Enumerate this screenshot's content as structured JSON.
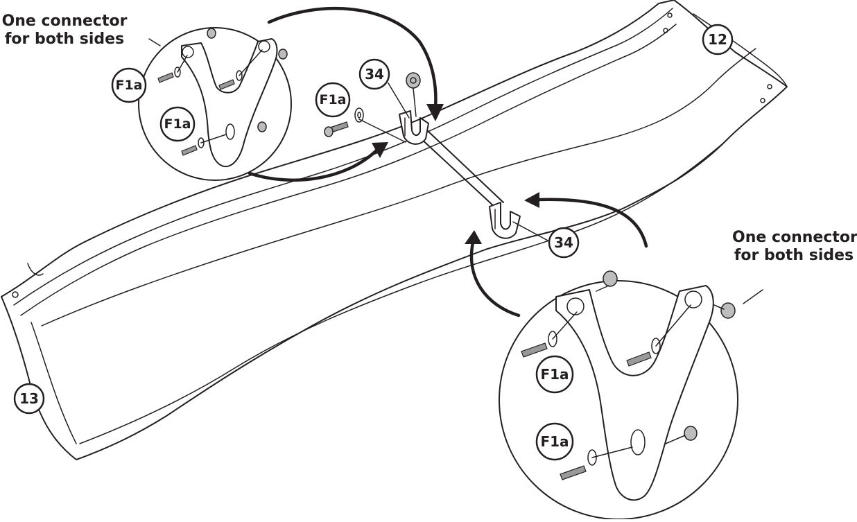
{
  "captions": {
    "top_left": [
      "One connector",
      "for both sides"
    ],
    "bottom_right": [
      "One connector",
      "for both sides"
    ]
  },
  "part_labels": {
    "top_right_rail": "12",
    "left_rail": "13",
    "upper_bracket": "34",
    "lower_bracket": "34"
  },
  "hardware_labels": {
    "inset_top_upper": "F1a",
    "inset_top_lower": "F1a",
    "frame_upper": "F1a",
    "inset_bottom_upper": "F1a",
    "inset_bottom_lower": "F1a"
  },
  "colors": {
    "line": "#231f20",
    "background": "#ffffff"
  }
}
